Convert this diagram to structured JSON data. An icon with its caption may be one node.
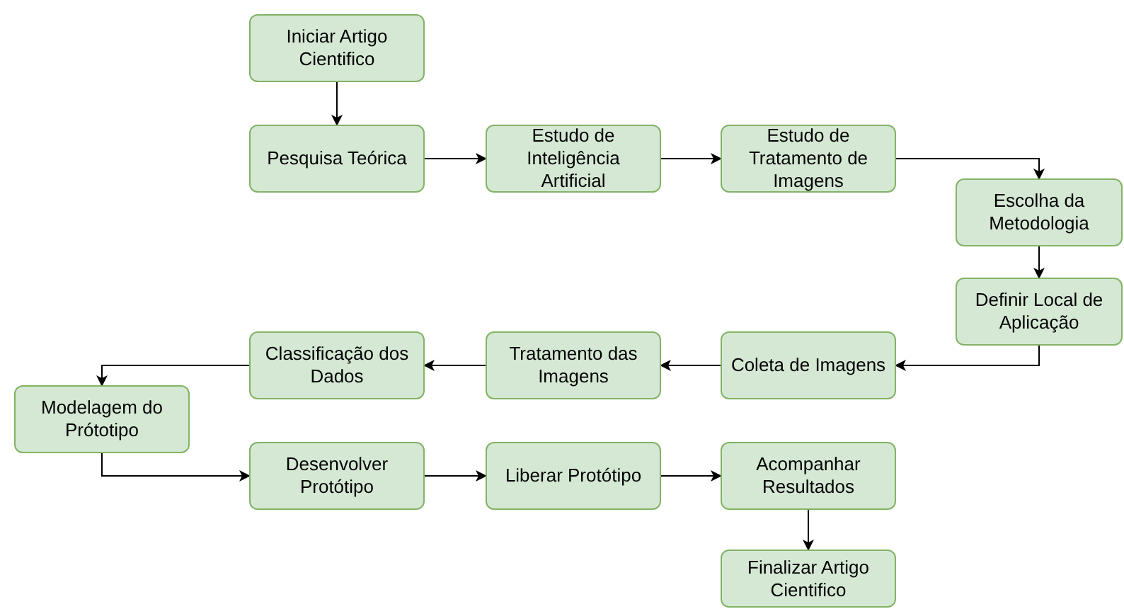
{
  "diagram": {
    "nodes": [
      {
        "text": [
          "Iniciar Artigo Cientifico"
        ]
      },
      {
        "text": [
          "Pesquisa Teórica"
        ]
      },
      {
        "text": [
          "Estudo de Inteligência Artificial"
        ]
      },
      {
        "text": [
          "Estudo de Tratamento de Imagens"
        ]
      },
      {
        "text": [
          "Escolha da Metodologia"
        ]
      },
      {
        "text": [
          "Definir Local de Aplicação"
        ]
      },
      {
        "text": [
          "Coleta de Imagens"
        ]
      },
      {
        "text": [
          "Tratamento das Imagens"
        ]
      },
      {
        "text": [
          "Classificação dos Dados"
        ]
      },
      {
        "text": [
          "Modelagem do Prótotipo"
        ]
      },
      {
        "text": [
          "Desenvolver Protótipo"
        ]
      },
      {
        "text": [
          "Liberar Protótipo"
        ]
      },
      {
        "text": [
          "Acompanhar Resultados"
        ]
      },
      {
        "text": [
          "Finalizar Artigo Cientifico"
        ]
      }
    ],
    "edges": [
      {
        "from": 0,
        "to": 1,
        "arrow": "to"
      },
      {
        "from": 1,
        "to": 2,
        "arrow": "to"
      },
      {
        "from": 2,
        "to": 3,
        "arrow": "to"
      },
      {
        "from": 3,
        "to": 4,
        "arrow": "to"
      },
      {
        "from": 4,
        "to": 5,
        "arrow": "to"
      },
      {
        "from": 5,
        "to": 6,
        "arrow": "to"
      },
      {
        "from": 6,
        "to": 7,
        "arrow": "to"
      },
      {
        "from": 7,
        "to": 8,
        "arrow": "to"
      },
      {
        "from": 8,
        "to": 9,
        "arrow": "to"
      },
      {
        "from": 9,
        "to": 10,
        "arrow": "to"
      },
      {
        "from": 10,
        "to": 11,
        "arrow": "to"
      },
      {
        "from": 11,
        "to": 12,
        "arrow": "to"
      },
      {
        "from": 12,
        "to": 13,
        "arrow": "to"
      }
    ]
  }
}
